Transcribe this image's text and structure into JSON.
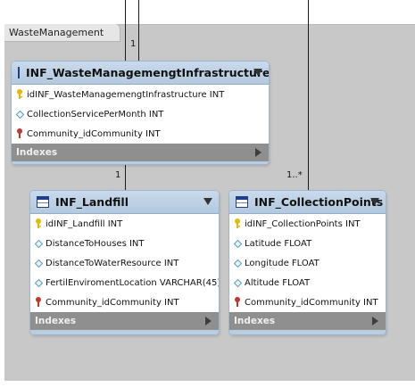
{
  "layer": {
    "title": "WasteManagement"
  },
  "cardinalities": {
    "top": "1",
    "landfill": "1",
    "collection": "1..*"
  },
  "tables": {
    "infrastructure": {
      "title": "INF_WasteManagemengtInfrastructure",
      "columns": [
        {
          "name": "idINF_WasteManagemengtInfrastructure INT",
          "icon": "primary-key-icon"
        },
        {
          "name": "CollectionServicePerMonth INT",
          "icon": "column-diamond-icon"
        },
        {
          "name": "Community_idCommunity INT",
          "icon": "foreign-key-icon"
        }
      ],
      "indexes_label": "Indexes"
    },
    "landfill": {
      "title": "INF_Landfill",
      "columns": [
        {
          "name": "idINF_Landfill INT",
          "icon": "primary-key-icon"
        },
        {
          "name": "DistanceToHouses INT",
          "icon": "column-diamond-icon"
        },
        {
          "name": "DistanceToWaterResource INT",
          "icon": "column-diamond-icon"
        },
        {
          "name": "FertilEnviromentLocation VARCHAR(45)",
          "icon": "column-diamond-icon"
        },
        {
          "name": "Community_idCommunity INT",
          "icon": "foreign-key-icon"
        }
      ],
      "indexes_label": "Indexes"
    },
    "collection": {
      "title": "INF_CollectionPoints",
      "columns": [
        {
          "name": "idINF_CollectionPoints INT",
          "icon": "primary-key-icon"
        },
        {
          "name": "Latitude FLOAT",
          "icon": "column-diamond-icon"
        },
        {
          "name": "Longitude FLOAT",
          "icon": "column-diamond-icon"
        },
        {
          "name": "Altitude FLOAT",
          "icon": "column-diamond-icon"
        },
        {
          "name": "Community_idCommunity INT",
          "icon": "foreign-key-icon"
        }
      ],
      "indexes_label": "Indexes"
    }
  },
  "colors": {
    "header": "#b3c9df",
    "indexes_bar": "#8f8f8f",
    "layer": "#c8c8c8",
    "primary_key": "#e6b800",
    "foreign_key": "#c0392b",
    "column_diamond": "#5aa0b8"
  }
}
